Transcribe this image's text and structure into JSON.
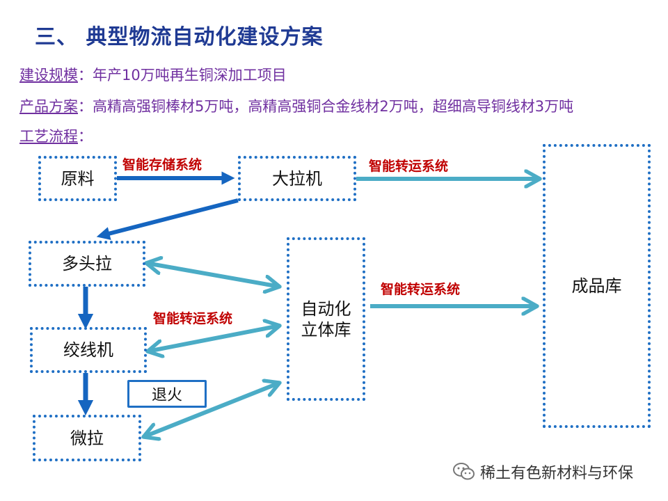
{
  "title": "三、 典型物流自动化建设方案",
  "info": {
    "scale_label": "建设规模",
    "scale_value": "年产10万吨再生铜深加工项目",
    "product_label": "产品方案",
    "product_value": "高精高强铜棒材5万吨，高精高强铜合金线材2万吨，超细高导铜线材3万吨",
    "process_label": "工艺流程",
    "colon": "：",
    "label_color": "#7030a0"
  },
  "nodes": {
    "raw": "原料",
    "drawer": "大拉机",
    "multi_head": "多头拉",
    "strander": "绞线机",
    "micro_draw": "微拉",
    "as_rs_line1": "自动化",
    "as_rs_line2": "立体库",
    "finished": "成品库",
    "annealing": "退火"
  },
  "edge_labels": {
    "storage_system": "智能存储系统",
    "transfer_top": "智能转运系统",
    "transfer_mid": "智能转运系统",
    "transfer_left": "智能转运系统"
  },
  "colors": {
    "dark_blue": "#1f6fc4",
    "light_blue": "#4bacc6",
    "red": "#c00000",
    "title": "#1f3a93"
  },
  "footer": {
    "icon": "wechat-icon",
    "text": "稀土有色新材料与环保"
  }
}
